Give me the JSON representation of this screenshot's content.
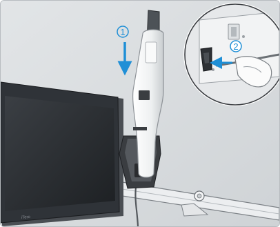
{
  "illustration": {
    "device_brand": "iTero",
    "steps": [
      {
        "number": "1"
      },
      {
        "number": "2"
      }
    ],
    "colors": {
      "background": "#d9dcdf",
      "wall": "#cfd3d6",
      "accent": "#1f8fd6",
      "screen": "#2b2f33",
      "device_body": "#f4f5f6",
      "cradle": "#3a3d41"
    }
  }
}
